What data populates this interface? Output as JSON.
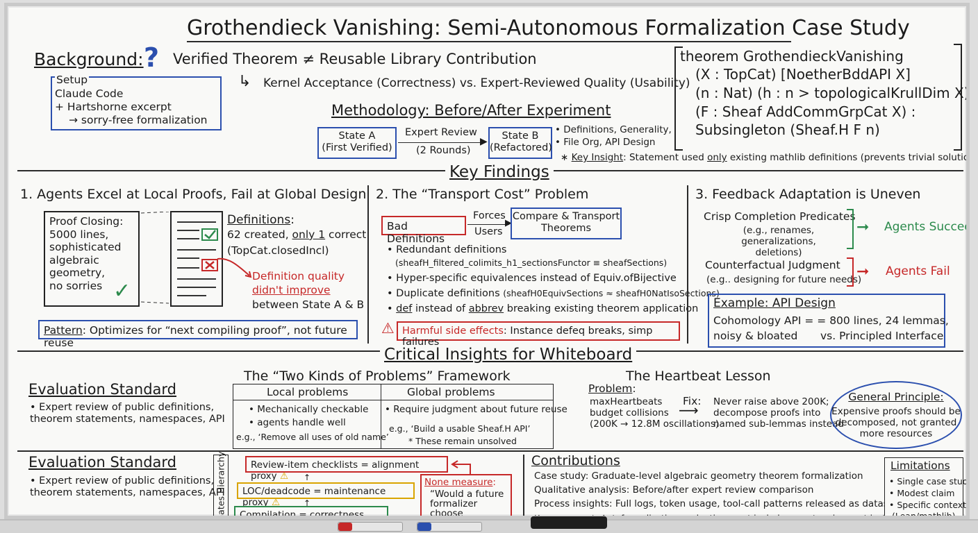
{
  "title": "Grothendieck Vanishing: Semi-Autonomous Formalization Case Study",
  "background": {
    "label": "Background:",
    "question_icon": "?",
    "claim": "Verified Theorem ≠ Reusable Library Contribution",
    "sub_claim": "Kernel Acceptance (Correctness) vs. Expert-Reviewed Quality (Usability)",
    "setup_label": "Setup",
    "setup_lines": [
      "Claude Code",
      "+ Hartshorne excerpt",
      "→ sorry-free formalization"
    ]
  },
  "theorem": {
    "lines": [
      "theorem GrothendieckVanishing",
      "(X : TopCat) [NoetherBddAPI X]",
      "(n : Nat) (h : n > topologicalKrullDim X)",
      "(F : Sheaf AddCommGrpCat X) :",
      "Subsingleton (Sheaf.H F n)"
    ]
  },
  "methodology": {
    "title": "Methodology: Before/After Experiment",
    "state_a": "State A\n(First Verified)",
    "review": "Expert Review",
    "rounds": "(2 Rounds)",
    "state_b": "State B\n(Refactored)",
    "bullets": [
      "• Definitions, Generality,",
      "• File Org, API Design"
    ],
    "insight_prefix": "∗",
    "insight_label": "Key Insight",
    "insight_text_1": ": Statement used ",
    "insight_only": "only",
    "insight_text_2": " existing mathlib definitions (prevents trivial solutions)"
  },
  "key_findings": {
    "title": "Key Findings",
    "f1": {
      "title": "1. Agents Excel at Local Proofs, Fail at Global Design",
      "proof_box": "Proof Closing:\n5000 lines,\nsophisticated\nalgebraic geometry,\nno sorries",
      "check": "✓",
      "defs_label": "Definitions",
      "defs_colon": ":",
      "defs_line_1a": "62 created, ",
      "defs_line_1b": "only 1",
      "defs_line_1c": " correct",
      "defs_line_2": "(TopCat.closedIncl)",
      "quality_1": "Definition quality",
      "quality_2": "didn't improve",
      "quality_3": "between State A & B",
      "pattern_label": "Pattern",
      "pattern_text": ": Optimizes for “next compiling proof”, not future reuse"
    },
    "f2": {
      "title": "2. The “Transport Cost” Problem",
      "bad_defs": "Bad Definitions",
      "forces": "Forces",
      "users": "Users",
      "compare": "Compare & Transport\nTheorems",
      "b1": "• Redundant definitions",
      "b1_sub": "(sheafH_filtered_colimits_h1_sectionsFunctor ≡ sheafSections)",
      "b2": "• Hyper-specific equivalences instead of Equiv.ofBijective",
      "b3a": "• Duplicate definitions ",
      "b3b": "(sheafH0EquivSections ≈ sheafH0NatIsoSections)",
      "b4a": "• ",
      "b4_def": "def",
      "b4b": " instead of ",
      "b4_abbrev": "abbrev",
      "b4c": " breaking existing theorem application",
      "warn_icon": "⚠",
      "harmful_label": "Harmful side effects",
      "harmful_text": ": Instance defeq breaks, simp failures"
    },
    "f3": {
      "title": "3. Feedback Adaptation is Uneven",
      "crisp": "Crisp Completion Predicates",
      "crisp_sub": "(e.g., renames, generalizations,\ndeletions)",
      "succeed": "Agents Succeed",
      "counter": "Counterfactual Judgment",
      "counter_sub": "(e.g.. designing for future needs)",
      "fail": "Agents Fail",
      "example_title": "Example: API Design",
      "example_text": "Cohomology API = = 800 lines, 24 lemmas,",
      "example_text_2": "noisy & bloated",
      "example_text_3": "vs. Principled Interface"
    }
  },
  "critical": {
    "title": "Critical Insights for Whiteboard",
    "eval_title": "Evaluation Standard",
    "eval_text": "• Expert review of public definitions,\n  theorem statements, namespaces, API",
    "two_kinds_title": "The “Two Kinds of Problems” Framework",
    "local_header": "Local problems",
    "global_header": "Global problems",
    "local_lines": [
      "• Mechanically checkable",
      "• agents handle well",
      "e.g., ‘Remove all uses of old name’"
    ],
    "global_lines": [
      "• Require judgment about future reuse",
      "e.g., ‘Build a usable Sheaf.H API’",
      "* These remain unsolved"
    ],
    "heartbeat_title": "The Heartbeat Lesson",
    "problem_label": "Problem",
    "problem_colon": ":",
    "problem_text": "maxHeartbeats\nbudget collisions\n(200K → 12.8M oscillations)",
    "fix_label": "Fix:",
    "fix_text": "Never raise above 200K;\ndecompose proofs into\nnamed sub-lemmas instead",
    "principle_title": "General Principle:",
    "principle_text": "Expensive proofs should be\ndecomposed, not granted\nmore resources"
  },
  "bottom": {
    "eval_title": "Evaluation Standard",
    "eval_text": "• Expert review of public definitions,\n  theorem statements, namespaces, API",
    "gates_label": "Gates Hierarchy",
    "gate_top": "Review-item checklists = alignment proxy",
    "gate_mid": "LOC/deadcode = maintenance proxy",
    "gate_bot": "Compilation = correctness gate",
    "none_label": "None measure",
    "none_colon": ":",
    "none_text": "“Would a future\nformalizer choose\nthese definitions?”",
    "contrib_title": "Contributions",
    "contrib_lines": [
      "Case study: Graduate-level algebraic geometry theorem formalization",
      "Qualitative analysis: Before/after expert review comparison",
      "Process insights: Full logs, token usage, tool-call patterns released as dataset",
      "Key argument: Autoformalization evaluation must include expert review, not just sorry-closing"
    ],
    "limits_title": "Limitations",
    "limits_lines": [
      "• Single case study",
      "• Modest claim",
      "• Specific context",
      "(Lean/mathlib)"
    ]
  },
  "colors": {
    "blue": "#2b4fae",
    "red": "#c62828",
    "green": "#2c8a4c",
    "yellow": "#f0c419",
    "ink": "#1b1b1b"
  }
}
